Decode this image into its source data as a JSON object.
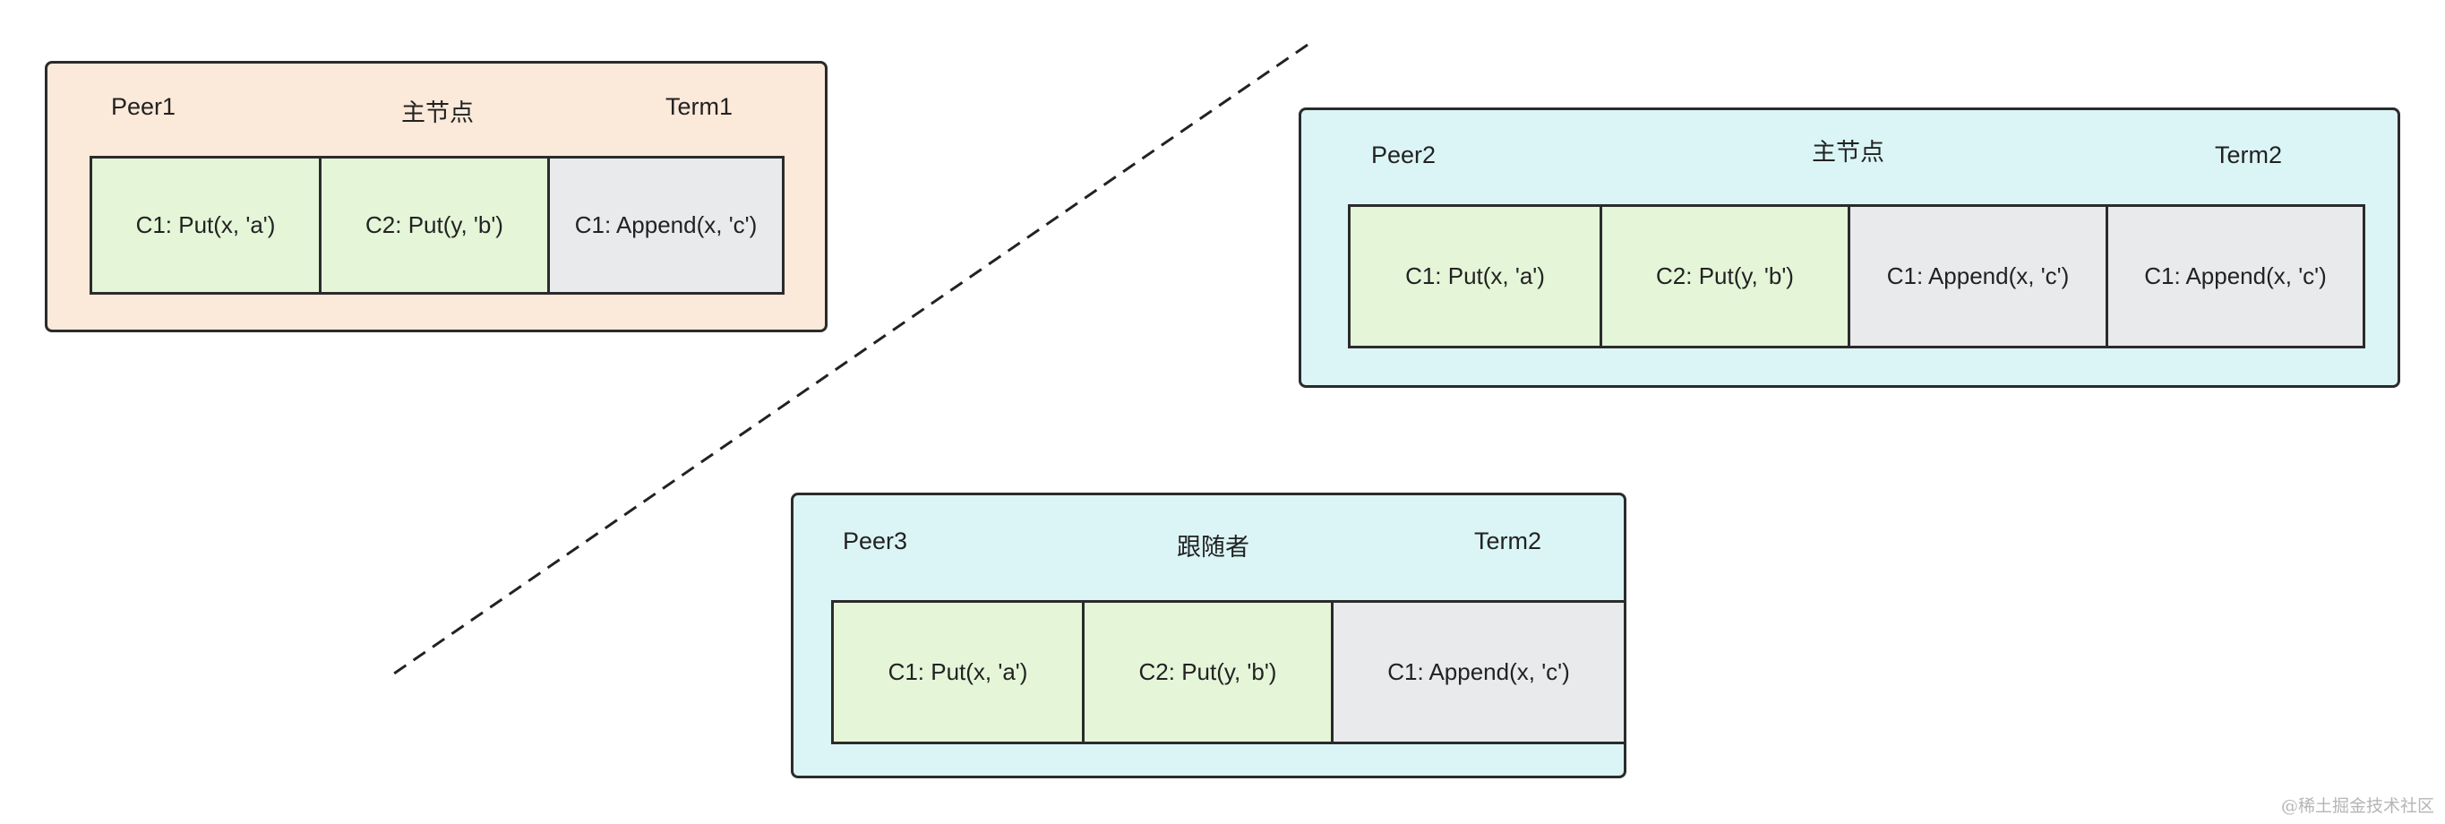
{
  "colors": {
    "leader_box": "#fbe9da",
    "follower_box": "#dbf5f6",
    "committed_entry": "#e5f5d8",
    "uncommitted_entry": "#e8eaeb",
    "border": "#2b2b2b"
  },
  "peers": [
    {
      "name": "Peer1",
      "role": "主节点",
      "term": "Term1",
      "background": "#fbe9da",
      "entries": [
        {
          "text": "C1: Put(x, 'a')",
          "state": "committed"
        },
        {
          "text": "C2: Put(y, 'b')",
          "state": "committed"
        },
        {
          "text": "C1: Append(x, 'c')",
          "state": "uncommitted"
        }
      ]
    },
    {
      "name": "Peer2",
      "role": "主节点",
      "term": "Term2",
      "background": "#dbf5f6",
      "entries": [
        {
          "text": "C1: Put(x, 'a')",
          "state": "committed"
        },
        {
          "text": "C2: Put(y, 'b')",
          "state": "committed"
        },
        {
          "text": "C1: Append(x, 'c')",
          "state": "uncommitted"
        },
        {
          "text": "C1: Append(x, 'c')",
          "state": "uncommitted"
        }
      ]
    },
    {
      "name": "Peer3",
      "role": "跟随者",
      "term": "Term2",
      "background": "#dbf5f6",
      "entries": [
        {
          "text": "C1: Put(x, 'a')",
          "state": "committed"
        },
        {
          "text": "C2: Put(y, 'b')",
          "state": "committed"
        },
        {
          "text": "C1: Append(x, 'c')",
          "state": "uncommitted"
        }
      ]
    }
  ],
  "watermark": "@稀土掘金技术社区"
}
